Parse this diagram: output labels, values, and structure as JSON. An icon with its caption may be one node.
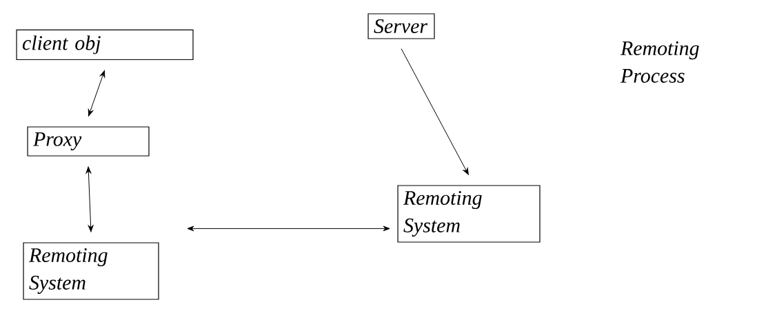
{
  "diagram": {
    "nodes": [
      {
        "text": [
          "client obj"
        ]
      },
      {
        "text": [
          "Proxy"
        ]
      },
      {
        "text": [
          "Remoting System"
        ]
      },
      {
        "text": [
          "Server"
        ]
      },
      {
        "text": [
          "Remoting System"
        ]
      }
    ],
    "edges": [
      {
        "from": 0,
        "to": 1,
        "arrow": "both"
      },
      {
        "from": 1,
        "to": 2,
        "arrow": "both"
      },
      {
        "from": 3,
        "to": 4,
        "arrow": "to"
      },
      {
        "from": 2,
        "to": 4,
        "arrow": "both"
      }
    ],
    "labels": [
      "Remoting Process"
    ]
  }
}
